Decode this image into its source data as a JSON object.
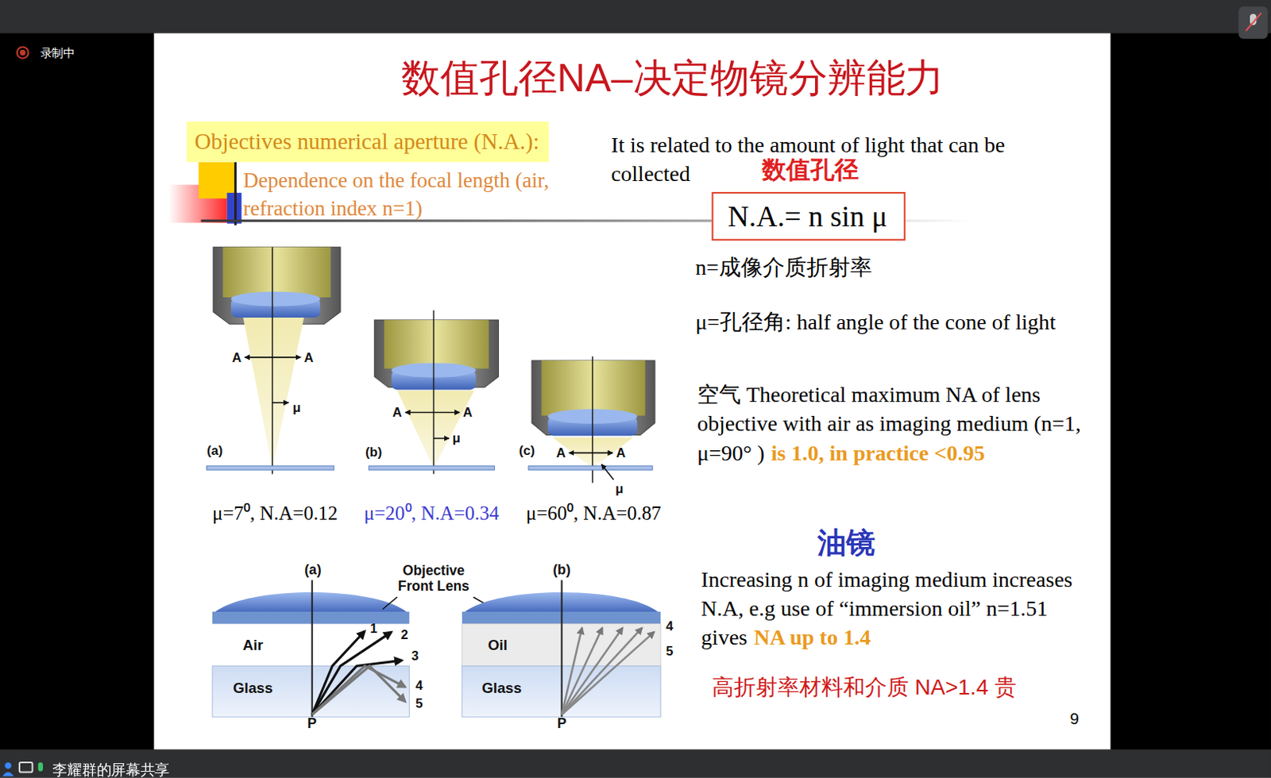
{
  "diagram": {
    "title": "数值孔径NA–决定物镜分辨能力",
    "nodes": [
      {
        "text": [
          "Objectives numerical aperture (N.A.):"
        ]
      },
      {
        "text": [
          "N.A.= n sin μ"
        ]
      }
    ],
    "labels": [
      "录制中",
      "Dependence on the focal length (air, refraction index n=1)",
      "It is related to the amount of light that can be collected",
      "数值孔径",
      "n=成像介质折射率",
      "μ=孔径角: half angle of the cone of light",
      "空气 Theoretical maximum NA of lens objective with air as imaging medium (n=1, μ=90°  )",
      "is 1.0, in practice <0.95",
      "油镜",
      "Increasing n of imaging medium increases N.A, e.g use of “immersion oil” n=1.51 gives",
      "NA up to 1.4",
      "高折射率材料和介质 NA>1.4 贵",
      "9",
      "A",
      "A",
      "μ",
      "(a)",
      "A",
      "A",
      "μ",
      "(b)",
      "A",
      "A",
      "μ",
      "(c)",
      "μ=7⁰, N.A=0.12",
      "μ=20⁰, N.A=0.34",
      "μ=60⁰, N.A=0.87",
      "(a)",
      "Objective Front Lens",
      "Air",
      "Glass",
      "1",
      "2",
      "3",
      "4",
      "5",
      "P",
      "(b)",
      "Oil",
      "Glass",
      "4",
      "5",
      "P",
      "李耀群的屏幕共享"
    ]
  }
}
